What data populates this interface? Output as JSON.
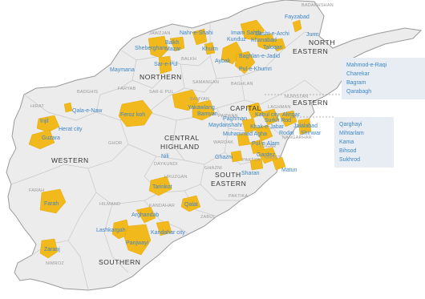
{
  "regions": [
    {
      "id": "north-eastern",
      "lines": [
        "NORTH",
        "EASTERN"
      ]
    },
    {
      "id": "northern",
      "lines": [
        "NORTHERN"
      ]
    },
    {
      "id": "eastern",
      "lines": [
        "EASTERN"
      ]
    },
    {
      "id": "capital",
      "lines": [
        "CAPITAL"
      ]
    },
    {
      "id": "central-highland",
      "lines": [
        "CENTRAL",
        "HIGHLAND"
      ]
    },
    {
      "id": "western",
      "lines": [
        "WESTERN"
      ]
    },
    {
      "id": "south-eastern",
      "lines": [
        "SOUTH",
        "EASTERN"
      ]
    },
    {
      "id": "southern",
      "lines": [
        "SOUTHERN"
      ]
    }
  ],
  "provinces": [
    "BADAKHSHAN",
    "JAWZJAN",
    "BALKH",
    "FARYAB",
    "SAMANGAN",
    "BAGHLAN",
    "SAR-E PUL",
    "BADGHIS",
    "BAMYAN",
    "PARWAN",
    "LAGHMAN",
    "NURISTAN",
    "HIRAT",
    "GHOR",
    "DAYKUNDI",
    "WARDAK",
    "LOGAR",
    "PAKTYA",
    "NANGARHAR",
    "KHOST",
    "GHAZNI",
    "URUZGAN",
    "ZABUL",
    "PAKTIKA",
    "FARAH",
    "HILMAND",
    "KANDAHAR",
    "NIMROZ"
  ],
  "cities": [
    "Fayzabad",
    "Jurm",
    "Imam Sahib",
    "Dasht-e-Archi",
    "Kunduz",
    "Khanabad",
    "Taloqan",
    "Nahr-e-Shahi",
    "Balkh",
    "Sheberghan",
    "Mazar",
    "Khulm",
    "Baghlan-e-Jadid",
    "Aybak",
    "Pul-e-Khumri",
    "Sar-e-Pul",
    "Maymana",
    "Qala-e-Naw",
    "Injil",
    "Herat city",
    "Guzara",
    "Feroz koh",
    "Yakawlang",
    "Bamyan",
    "Kabul city",
    "Paghman",
    "Maydanshahr",
    "Khak-e-Jabar",
    "Alingar",
    "Surkh Rod",
    "Jalalabad",
    "Rodat",
    "Shinwar",
    "Muhammad Agha",
    "Pul-e-Alam",
    "Ghazni",
    "Gardez",
    "Sharan",
    "Matun",
    "Nili",
    "Tarinkot",
    "Qalat",
    "Arghandab",
    "Kandahar city",
    "Lashkargah",
    "Panjwayi",
    "Farah",
    "Zaranj"
  ],
  "callouts": {
    "north": [
      "Mahmod-e-Raqi",
      "Charekar",
      "Bagram",
      "Qarabagh"
    ],
    "south": [
      "Qarghayi",
      "Mihtarlam",
      "Kama",
      "Bihsod",
      "Sukhrod"
    ]
  }
}
